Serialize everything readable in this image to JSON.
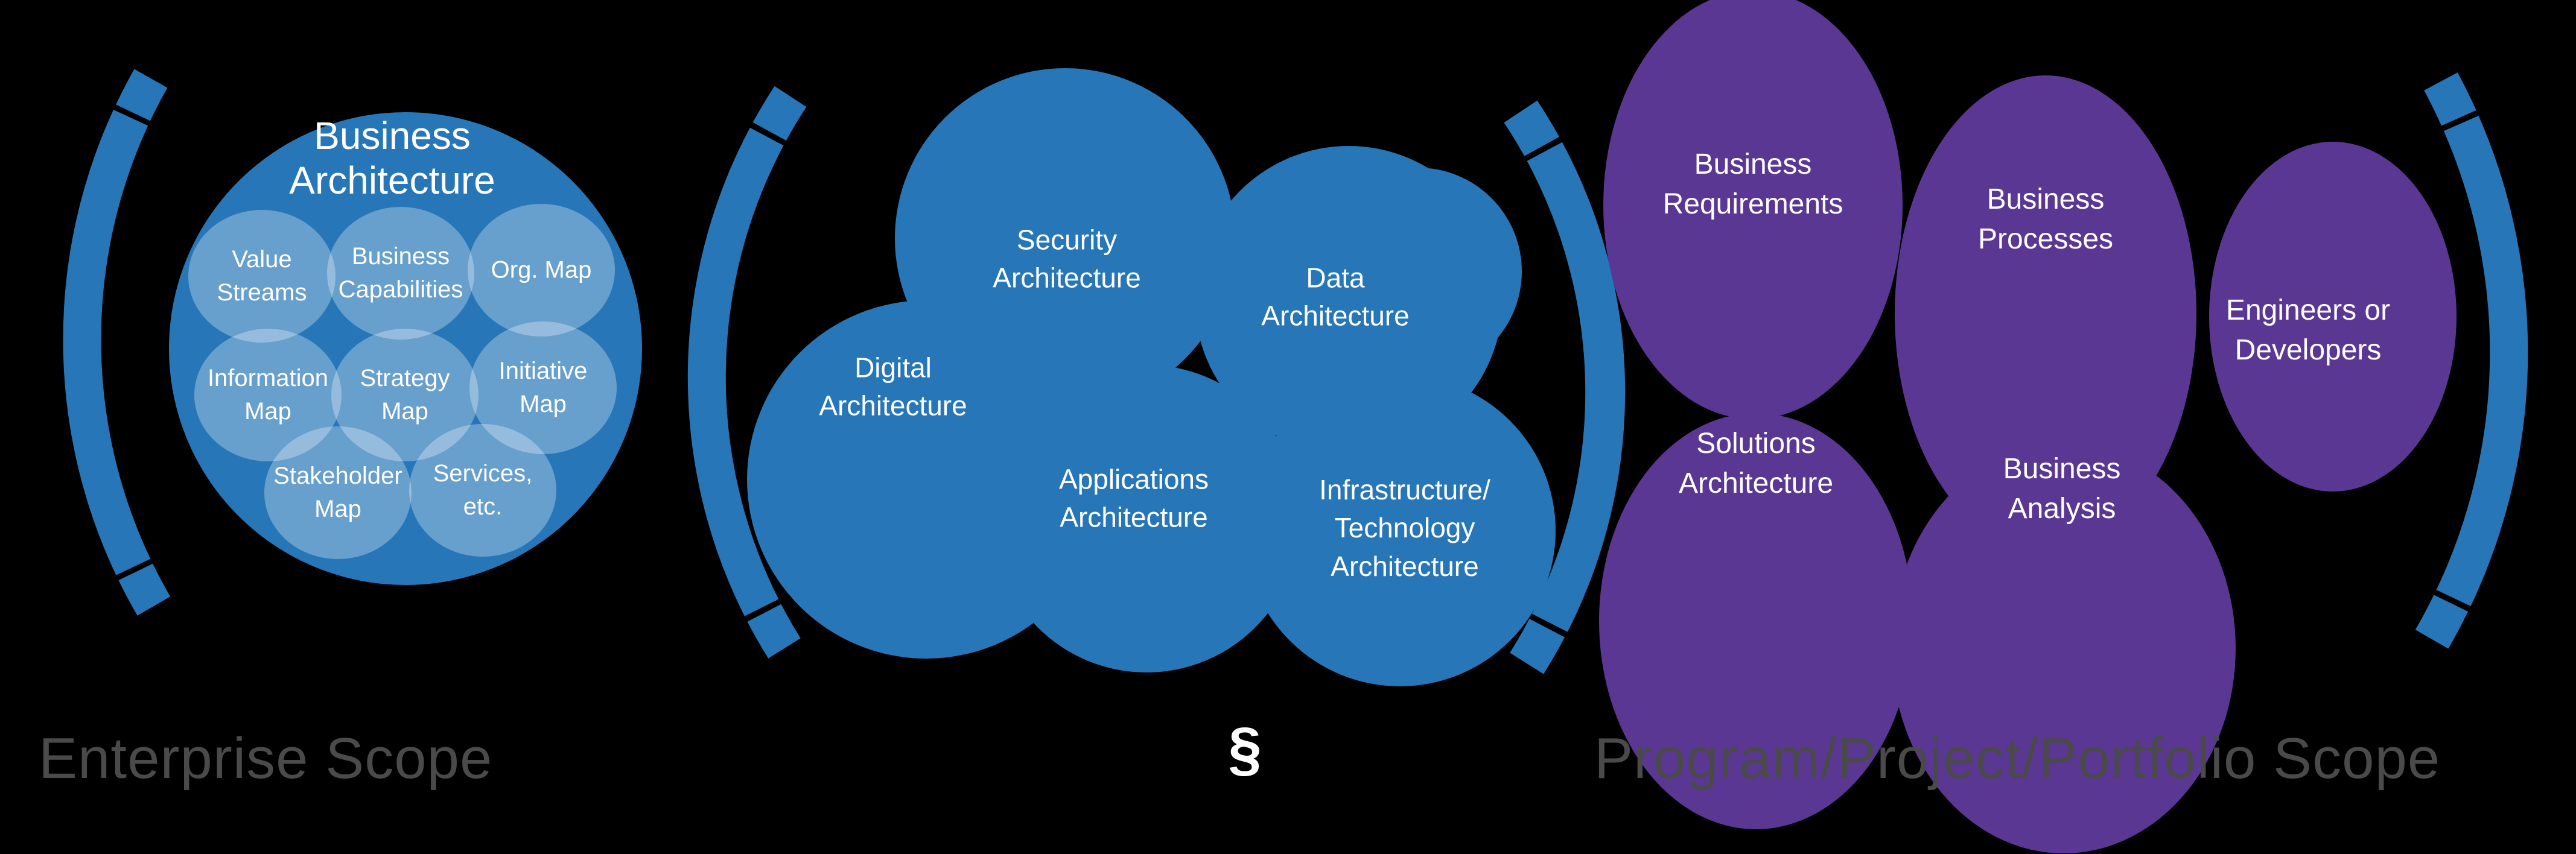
{
  "colors": {
    "background": "#000000",
    "blue": "#2676B8",
    "purple": "#5B3794",
    "scope_text": "#4A4A4A",
    "label_text": "#FFFFFF"
  },
  "enterprise_section": {
    "scope_label": "Enterprise Scope",
    "circle_title": "Business\nArchitecture",
    "bubbles": {
      "value_streams": "Value\nStreams",
      "business_capabilities": "Business\nCapabilities",
      "org_map": "Org. Map",
      "information_map": "Information\nMap",
      "strategy_map": "Strategy\nMap",
      "initiative_map": "Initiative\nMap",
      "stakeholder_map": "Stakeholder\nMap",
      "services_etc": "Services,\netc."
    }
  },
  "cloud_section": {
    "section_symbol": "§",
    "labels": {
      "security": "Security\nArchitecture",
      "data": "Data\nArchitecture",
      "digital": "Digital\nArchitecture",
      "applications": "Applications\nArchitecture",
      "infrastructure": "Infrastructure/\nTechnology\nArchitecture"
    }
  },
  "portfolio_section": {
    "scope_label": "Program/Project/Portfolio Scope",
    "labels": {
      "business_requirements": "Business\nRequirements",
      "business_processes": "Business\nProcesses",
      "engineers_developers": "Engineers or\nDevelopers",
      "solutions_architecture": "Solutions\nArchitecture",
      "business_analysis": "Business\nAnalysis"
    }
  }
}
